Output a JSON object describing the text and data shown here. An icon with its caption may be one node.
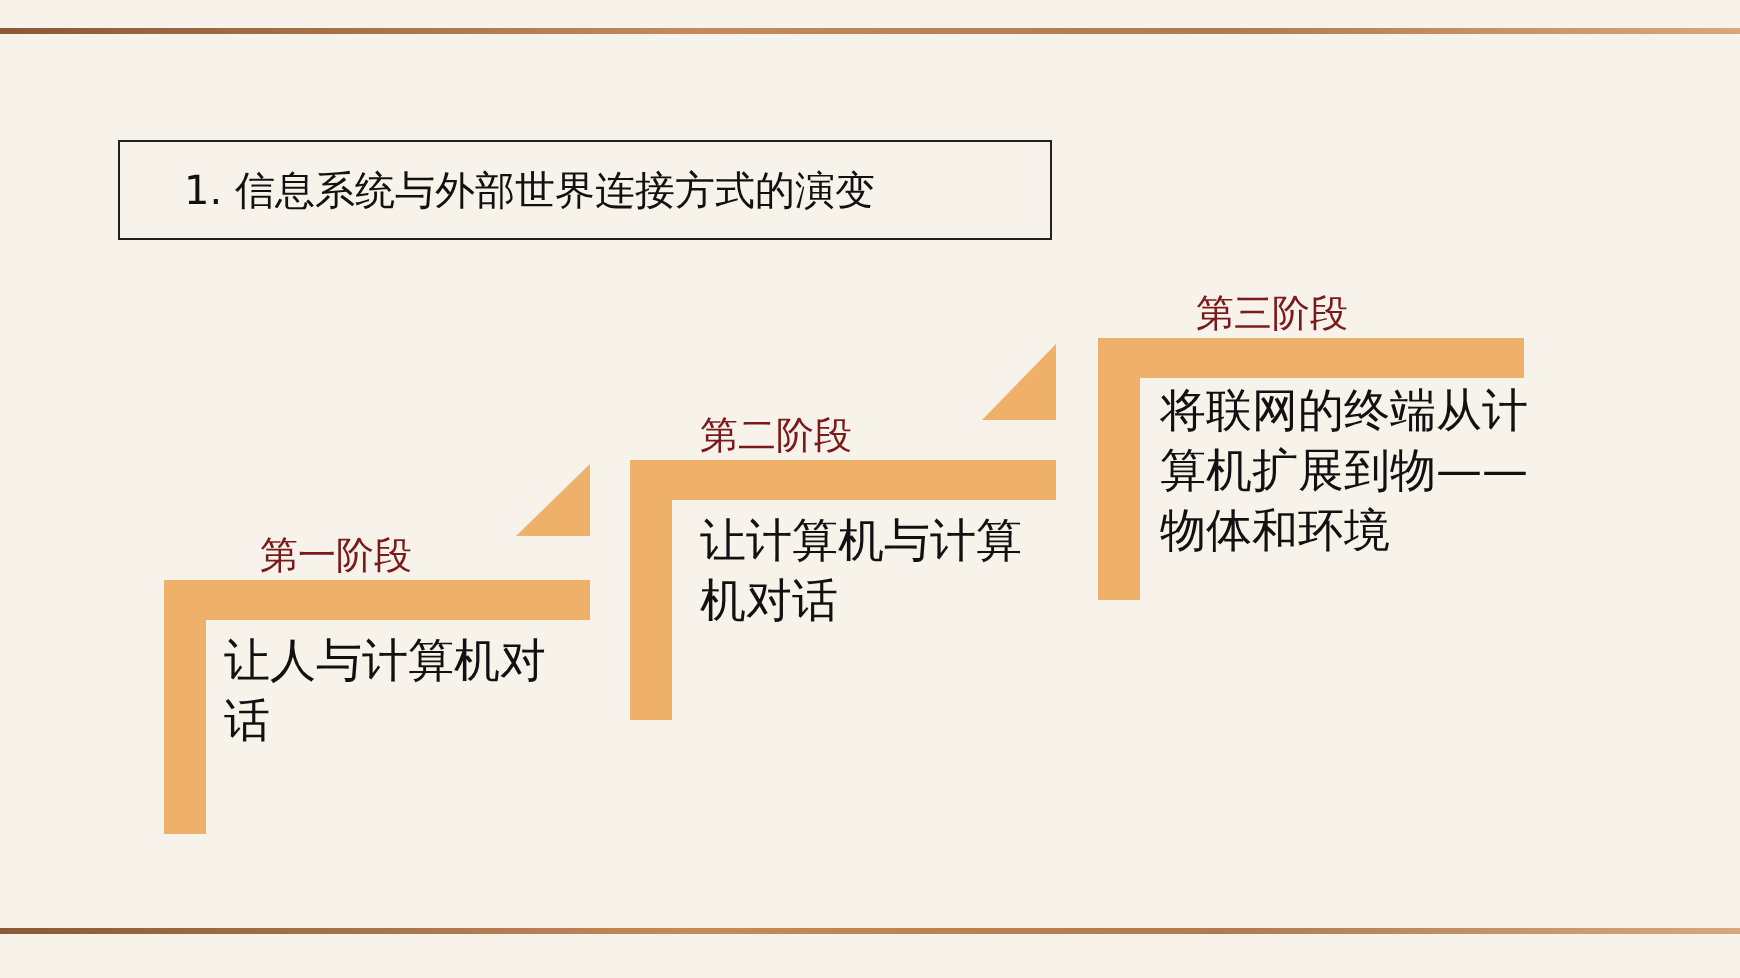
{
  "diagram": {
    "title": "1. 信息系统与外部世界连接方式的演变",
    "nodes": [
      {
        "text": [
          "第一阶段",
          "让人与计算机对话"
        ]
      },
      {
        "text": [
          "第二阶段",
          "让计算机与计算机对话"
        ]
      },
      {
        "text": [
          "第三阶段",
          "将联网的终端从计算机扩展到物——物体和环境"
        ]
      }
    ]
  }
}
